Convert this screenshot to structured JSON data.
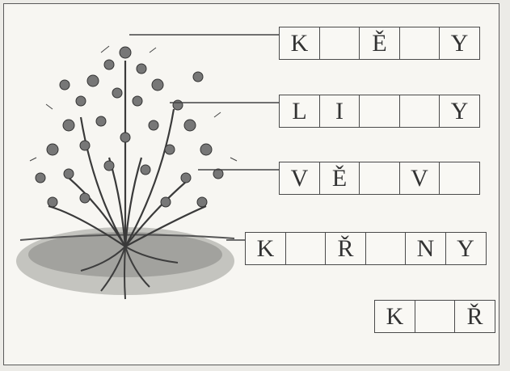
{
  "rows": [
    {
      "label": "crown",
      "letters": [
        "K",
        "",
        "Ě",
        "",
        "Y"
      ]
    },
    {
      "label": "leaves",
      "letters": [
        "L",
        "I",
        "",
        "",
        "Y"
      ]
    },
    {
      "label": "branches",
      "letters": [
        "V",
        "Ě",
        "",
        "V",
        ""
      ]
    },
    {
      "label": "roots",
      "letters": [
        "K",
        "",
        "Ř",
        "",
        "N",
        "Y"
      ]
    },
    {
      "label": "bush",
      "letters": [
        "K",
        "",
        "Ř"
      ]
    }
  ]
}
